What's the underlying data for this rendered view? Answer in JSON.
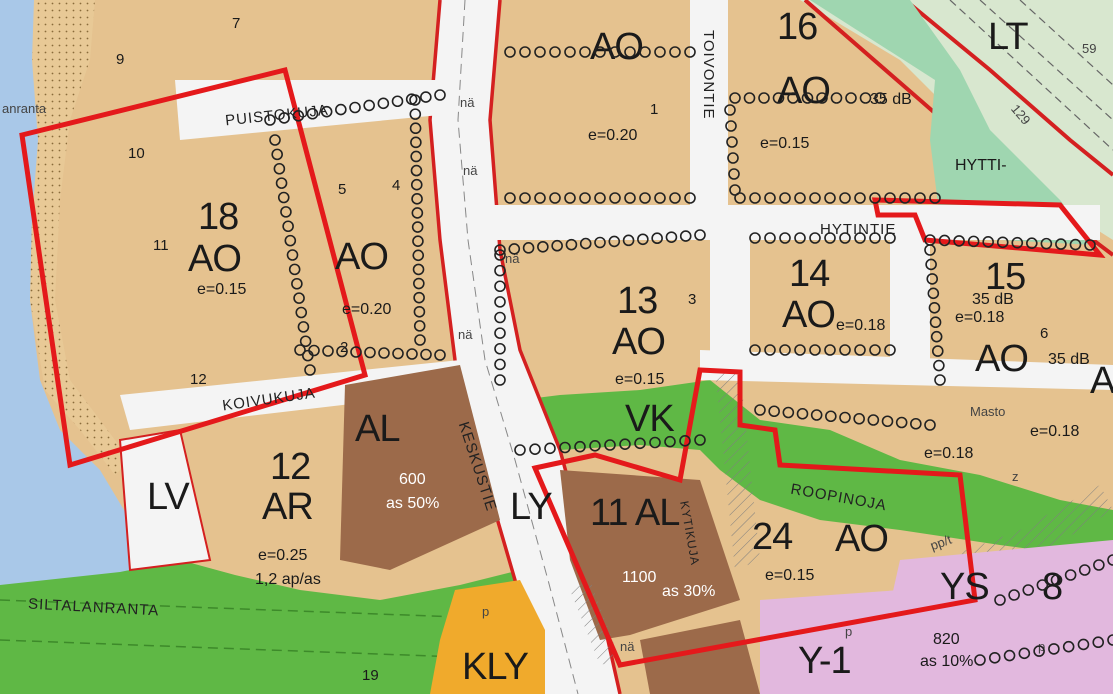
{
  "colors": {
    "water": "#a9c8e8",
    "residential": "#e5c28f",
    "residential_dark": "#d9b27a",
    "commercial": "#9c6a4a",
    "green": "#5fb845",
    "green_light": "#7cc96a",
    "traffic": "#d8e7cf",
    "civic": "#f0aa2c",
    "public": "#e2b8de",
    "street": "#f4f4f4",
    "boundary_red": "#e4191b",
    "road_red": "#d42020"
  },
  "labels": {
    "lt": "LT",
    "ao_top": "AO",
    "block_16": "16",
    "ao_16": "AO",
    "db_16": "35 dB",
    "block_18": "18",
    "ao_18": "AO",
    "e_18": "e=0.15",
    "ao_mid": "AO",
    "e_mid": "e=0.20",
    "e_top": "e=0.20",
    "e_16": "e=0.15",
    "block_13": "13",
    "ao_13": "AO",
    "e_13": "e=0.15",
    "block_14": "14",
    "ao_14": "AO",
    "e_14": "e=0.18",
    "block_15": "15",
    "db_15": "35 dB",
    "e_15": "e=0.18",
    "ao_15": "AO",
    "db_right": "35 dB",
    "e_right": "e=0.18",
    "e_right2": "e=0.18",
    "a_right": "A",
    "hytti": "HYTTI-",
    "vk": "VK",
    "al": "AL",
    "al_pct": "600",
    "al_as": "as 50%",
    "block_12": "12",
    "ar": "AR",
    "e_12": "e=0.25",
    "ap_12": "1,2 ap/as",
    "lv": "LV",
    "ly": "LY",
    "block_11": "11 AL",
    "al11_val": "1100",
    "al11_as": "as 30%",
    "block_24": "24",
    "ao_24": "AO",
    "e_24": "e=0.15",
    "ys": "YS",
    "ys_num": "8",
    "ys_val": "820",
    "ys_as": "as 10%",
    "kly": "KLY",
    "y1": "Y-1",
    "na_1": "nä",
    "na_2": "nä",
    "na_3": "nä",
    "na_4": "nä",
    "na_5": "nä",
    "puistokuja": "PUISTOKUJA",
    "koivukuja": "KOIVUKUJA",
    "keskustie": "KESKUSTIE",
    "toivontie": "TOIVONTIE",
    "hytintie": "HYTINTIE",
    "roopinoja": "ROOPINOJA",
    "siltalanranta": "SILTALANRANTA",
    "kytikuja": "KYTIKUJA",
    "ranta": "anranta",
    "pp": "pp/t",
    "masto": "Masto",
    "z_sym": "z",
    "p_1": "p",
    "p_2": "p",
    "p_3": "p",
    "road_59": "59",
    "road_129": "129",
    "n10": "10",
    "n11": "11",
    "n12": "12",
    "n9": "9",
    "n5": "5",
    "n4": "4",
    "n2": "2",
    "n3": "3",
    "n6": "6",
    "n1": "1",
    "n7": "7",
    "n19": "19"
  }
}
